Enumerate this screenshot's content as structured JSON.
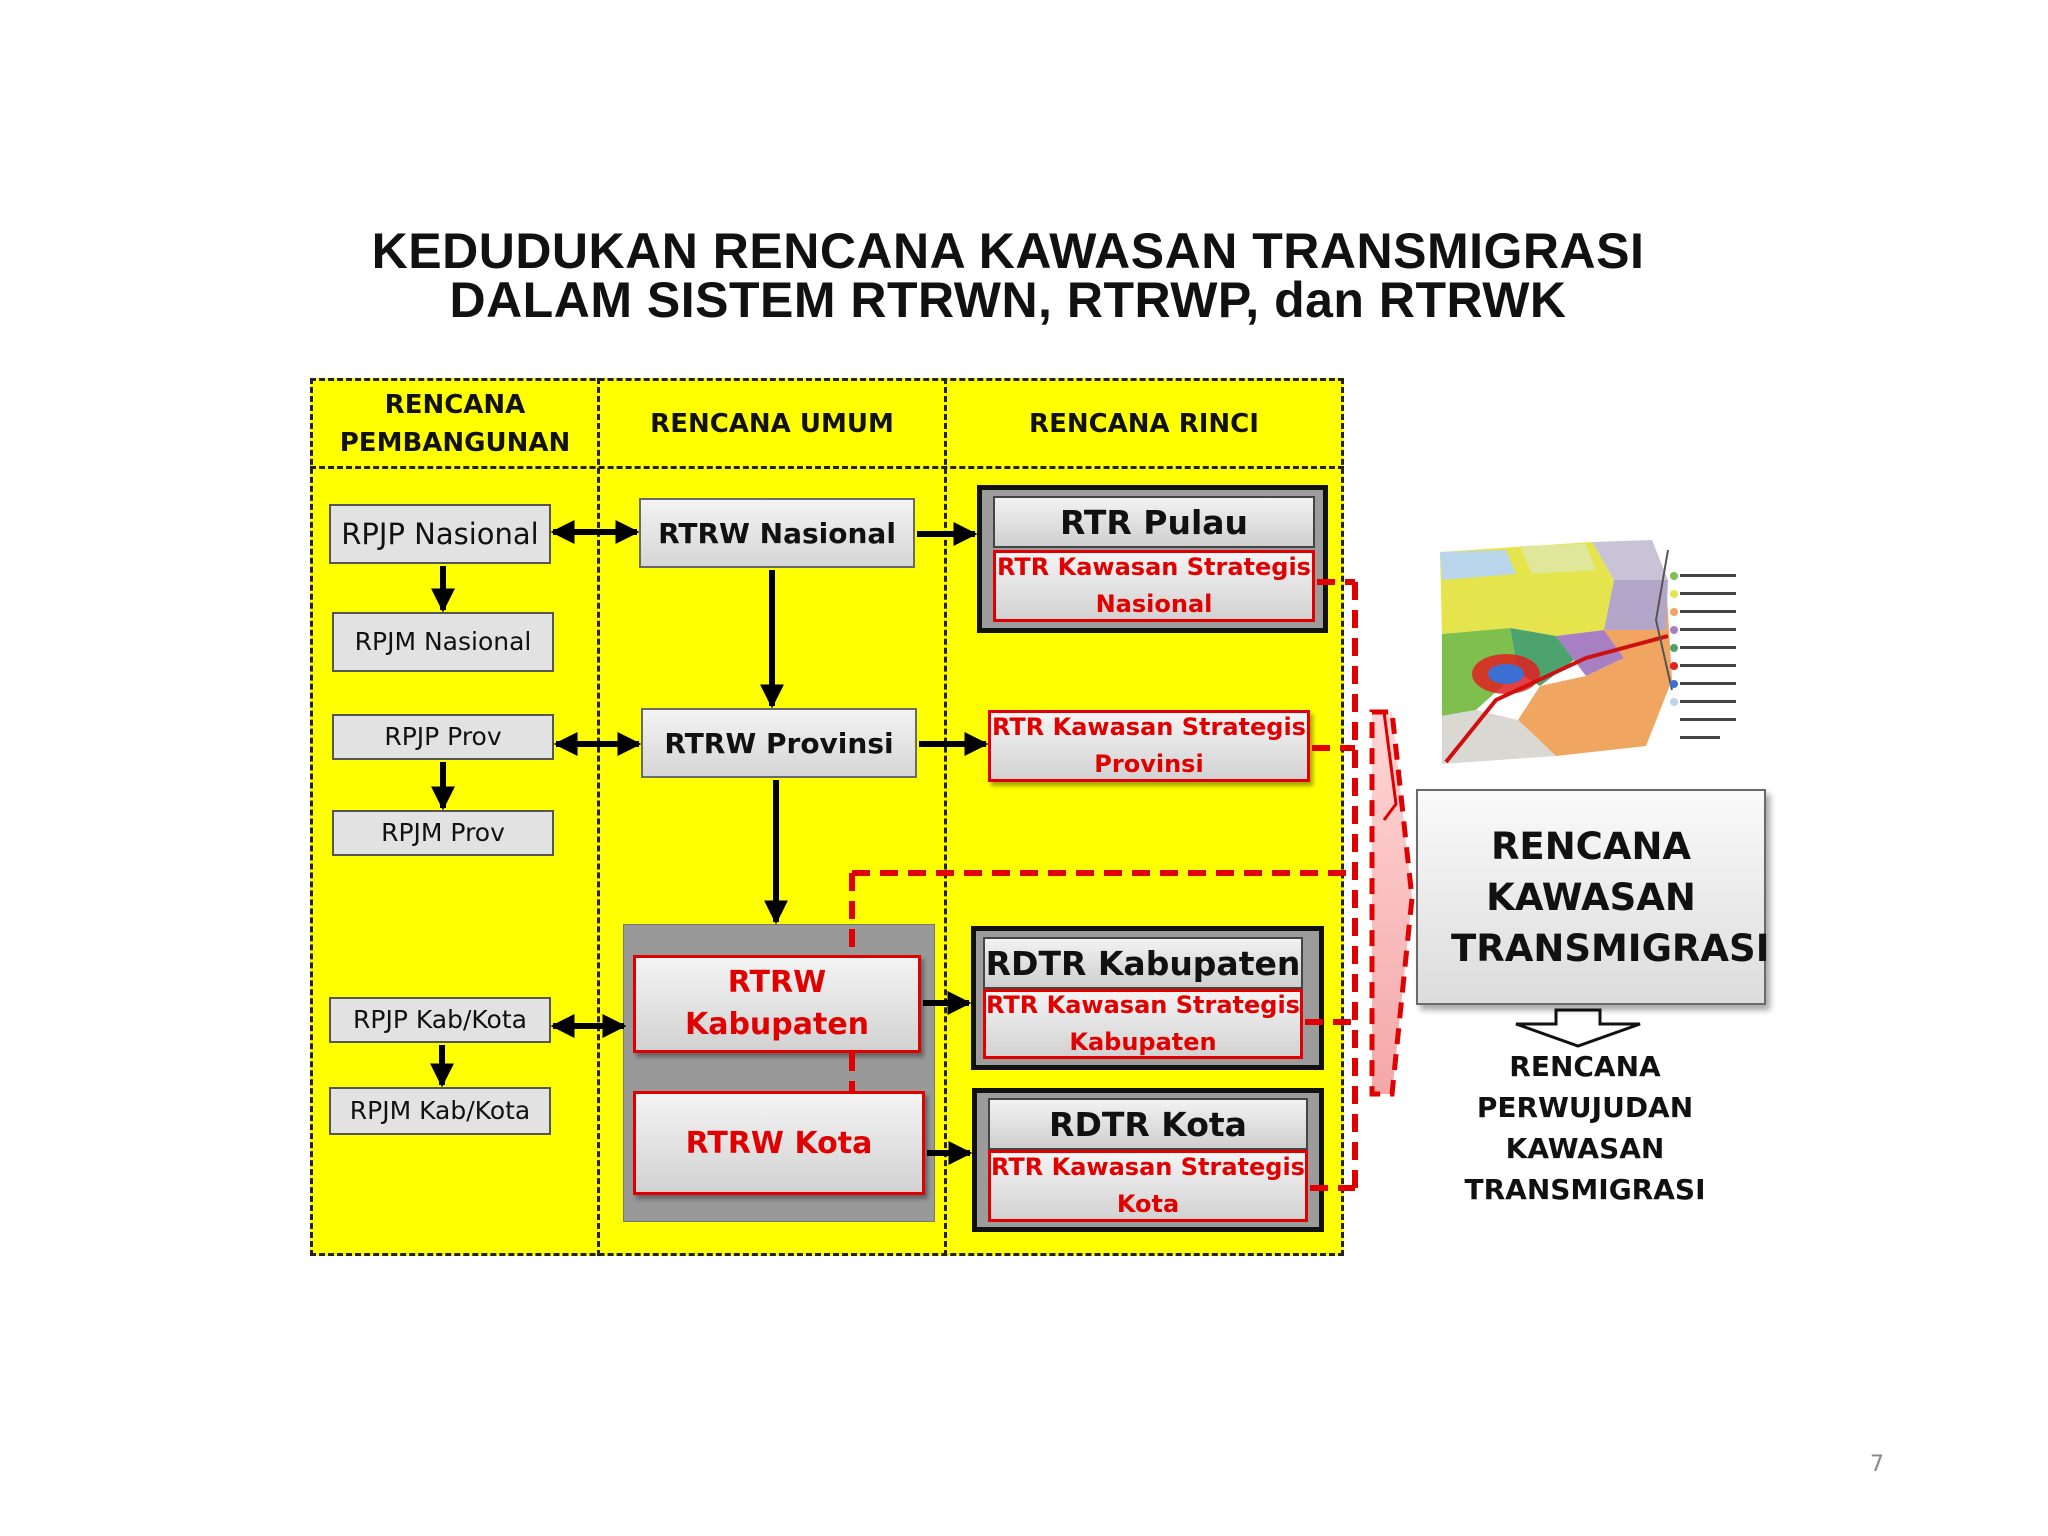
{
  "title": {
    "line1": "KEDUDUKAN  RENCANA KAWASAN TRANSMIGRASI",
    "line2": "DALAM SISTEM RTRWN, RTRWP, dan RTRWK"
  },
  "columns": {
    "pembangunan": "RENCANA PEMBANGUNAN",
    "umum": "RENCANA UMUM",
    "rinci": "RENCANA RINCI"
  },
  "pembangunan": {
    "rpjp_nasional": "RPJP Nasional",
    "rpjm_nasional": "RPJM Nasional",
    "rpjp_prov": "RPJP Prov",
    "rpjm_prov": "RPJM Prov",
    "rpjp_kabkota": "RPJP Kab/Kota",
    "rpjm_kabkota": "RPJM Kab/Kota"
  },
  "umum": {
    "rtrw_nasional": "RTRW Nasional",
    "rtrw_provinsi": "RTRW Provinsi",
    "rtrw_kabupaten": "RTRW Kabupaten",
    "rtrw_kota": "RTRW Kota"
  },
  "rinci": {
    "rtr_pulau": "RTR Pulau",
    "ksn": "RTR Kawasan Strategis Nasional",
    "ksp": "RTR Kawasan Strategis Provinsi",
    "rdtr_kabupaten": "RDTR Kabupaten",
    "ksk": "RTR Kawasan Strategis Kabupaten",
    "rdtr_kota": "RDTR Kota",
    "kskota": "RTR Kawasan Strategis Kota"
  },
  "result": {
    "rencana_kawasan": "RENCANA KAWASAN TRANSMIGRASI",
    "perwujudan": "RENCANA PERWUJUDAN KAWASAN TRANSMIGRASI"
  },
  "page_number": "7",
  "colors": {
    "yellow": "#ffff00",
    "red": "#e00000",
    "gray": "#999999"
  }
}
